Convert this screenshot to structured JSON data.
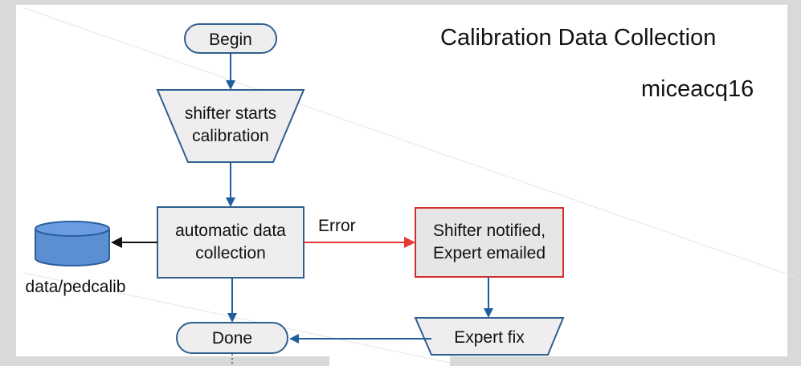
{
  "diagram": {
    "title": "Calibration Data Collection",
    "subtitle": "miceacq16",
    "colors": {
      "frame": "#d9d9d9",
      "node_fill": "#eeeeee",
      "node_border": "#2f5f8f",
      "flow_arrow": "#1f5fa0",
      "error_arrow": "#e53935",
      "error_border": "#d32f2f",
      "storage_arrow": "#111111",
      "db_fill": "#5b8fd1",
      "db_border": "#2a5f9e"
    },
    "nodes": {
      "begin": "Begin",
      "shifter_starts_line1": "shifter starts",
      "shifter_starts_line2": "calibration",
      "auto_collect_line1": "automatic data",
      "auto_collect_line2": "collection",
      "notified_line1": "Shifter notified,",
      "notified_line2": "Expert emailed",
      "expert_fix": "Expert fix",
      "done": "Done",
      "storage": "data/pedcalib"
    },
    "edges": {
      "error_label": "Error"
    }
  }
}
